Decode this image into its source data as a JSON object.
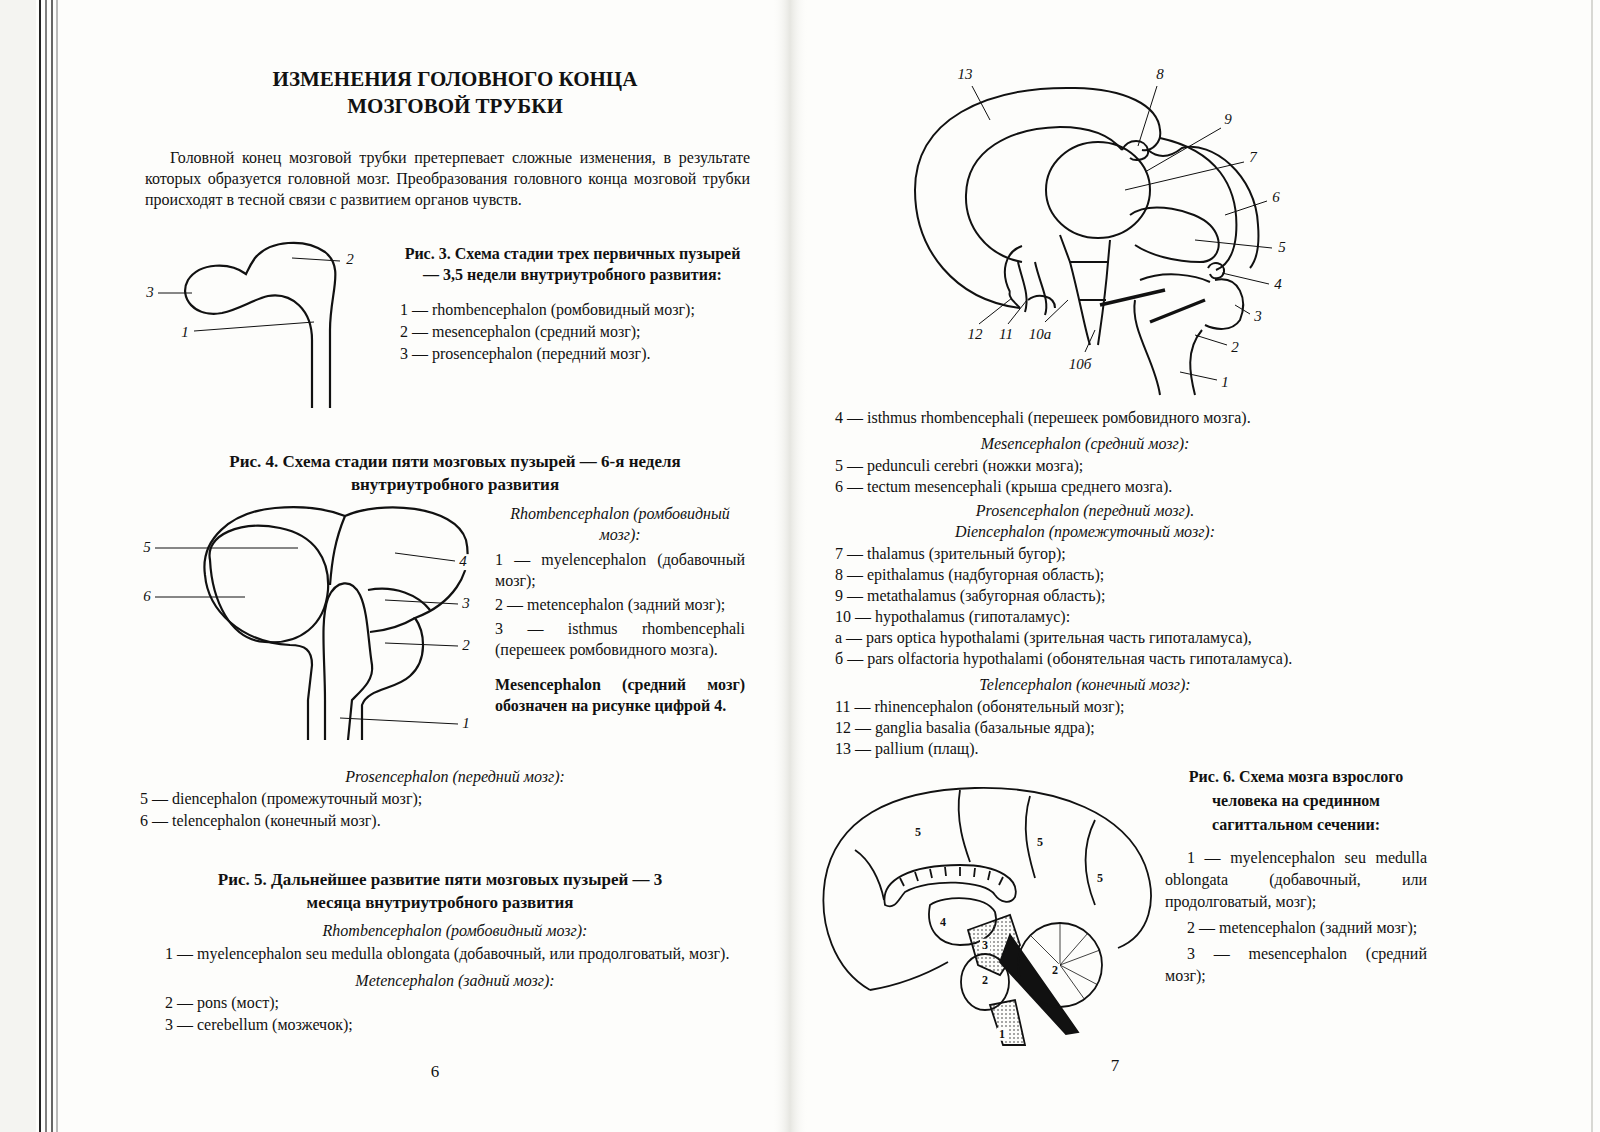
{
  "diagram": {
    "title": "ИЗМЕНЕНИЯ ГОЛОВНОГО КОНЦА МОЗГОВОЙ ТРУБКИ",
    "labels": [
      "Головной конец мозговой трубки претерпевает сложные изменения, в результате которых образуется головной мозг. Преобразования головного конца мозговой трубки происходят в тесной связи с развитием органов чувств.",
      "2",
      "3",
      "1",
      "Рис. 3. Схема стадии трех первичных пузырей — 3,5 недели внутриутробного развития:",
      "1 — rhombencephalon (ромбовидный мозг);",
      "2 — mesencephalon (средний мозг);",
      "3 — prosencephalon (передний мозг).",
      "Рис. 4. Схема стадии пяти мозговых пузырей — 6-я неделя внутриутробного развития",
      "5",
      "6",
      "4",
      "3",
      "2",
      "1",
      "Rhombencephalon (ромбовидный мозг):",
      "1 — myelencephalon (добавочный мозг);",
      "2 — metencephalon (задний мозг);",
      "3 — isthmus rhombencephali (перешеек ромбовидного мозга).",
      "Mesencephalon (средний мозг) обозначен на рисунке цифрой 4.",
      "Prosencephalon (передний мозг):",
      "5 — diencephalon (промежуточный мозг);",
      "6 — telencephalon (конечный мозг).",
      "Рис. 5. Дальнейшее развитие пяти мозговых пузырей — 3 месяца внутриутробного развития",
      "Rhombencephalon (ромбовидный мозг):",
      "1 — myelencephalon seu medulla oblongata (добавочный, или продолговатый, мозг).",
      "Metencephalon (задний мозг):",
      "2 — pons (мост);",
      "3 — cerebellum (мозжечок);",
      "6",
      "13",
      "8",
      "9",
      "7",
      "6",
      "5",
      "4",
      "3",
      "2",
      "1",
      "12",
      "11",
      "10а",
      "10б",
      "4 — isthmus rhombencephali (перешеек ромбовидного мозга).",
      "Mesencephalon (средний мозг):",
      "5 — pedunculi cerebri (ножки мозга);",
      "6 — tectum mesencephali (крыша среднего мозга).",
      "Prosencephalon (передний мозг).",
      "Diencephalon (промежуточный мозг):",
      "7 — thalamus (зрительный бугор);",
      "8 — epithalamus (надбугорная область);",
      "9 — metathalamus (забугорная область);",
      "10 — hypothalamus (гипоталамус):",
      "а — pars optica hypothalami (зрительная часть гипоталамуса),",
      "б — pars olfactoria hypothalami (обонятельная часть гипоталамуса).",
      "Telencephalon (конечный мозг):",
      "11 — rhinencephalon (обонятельный мозг);",
      "12 — ganglia basalia (базальные ядра);",
      "13 — pallium (плащ).",
      "5",
      "5",
      "5",
      "4",
      "3",
      "2",
      "2",
      "1",
      "Рис. 6. Схема мозга взрослого человека на срединном сагиттальном сечении:",
      "1 — myelencephalon seu medulla oblongata (добавочный, или продолговатый, мозг);",
      "2 — metencephalon (задний мозг);",
      "3 — mesencephalon (средний мозг);",
      "7"
    ]
  }
}
